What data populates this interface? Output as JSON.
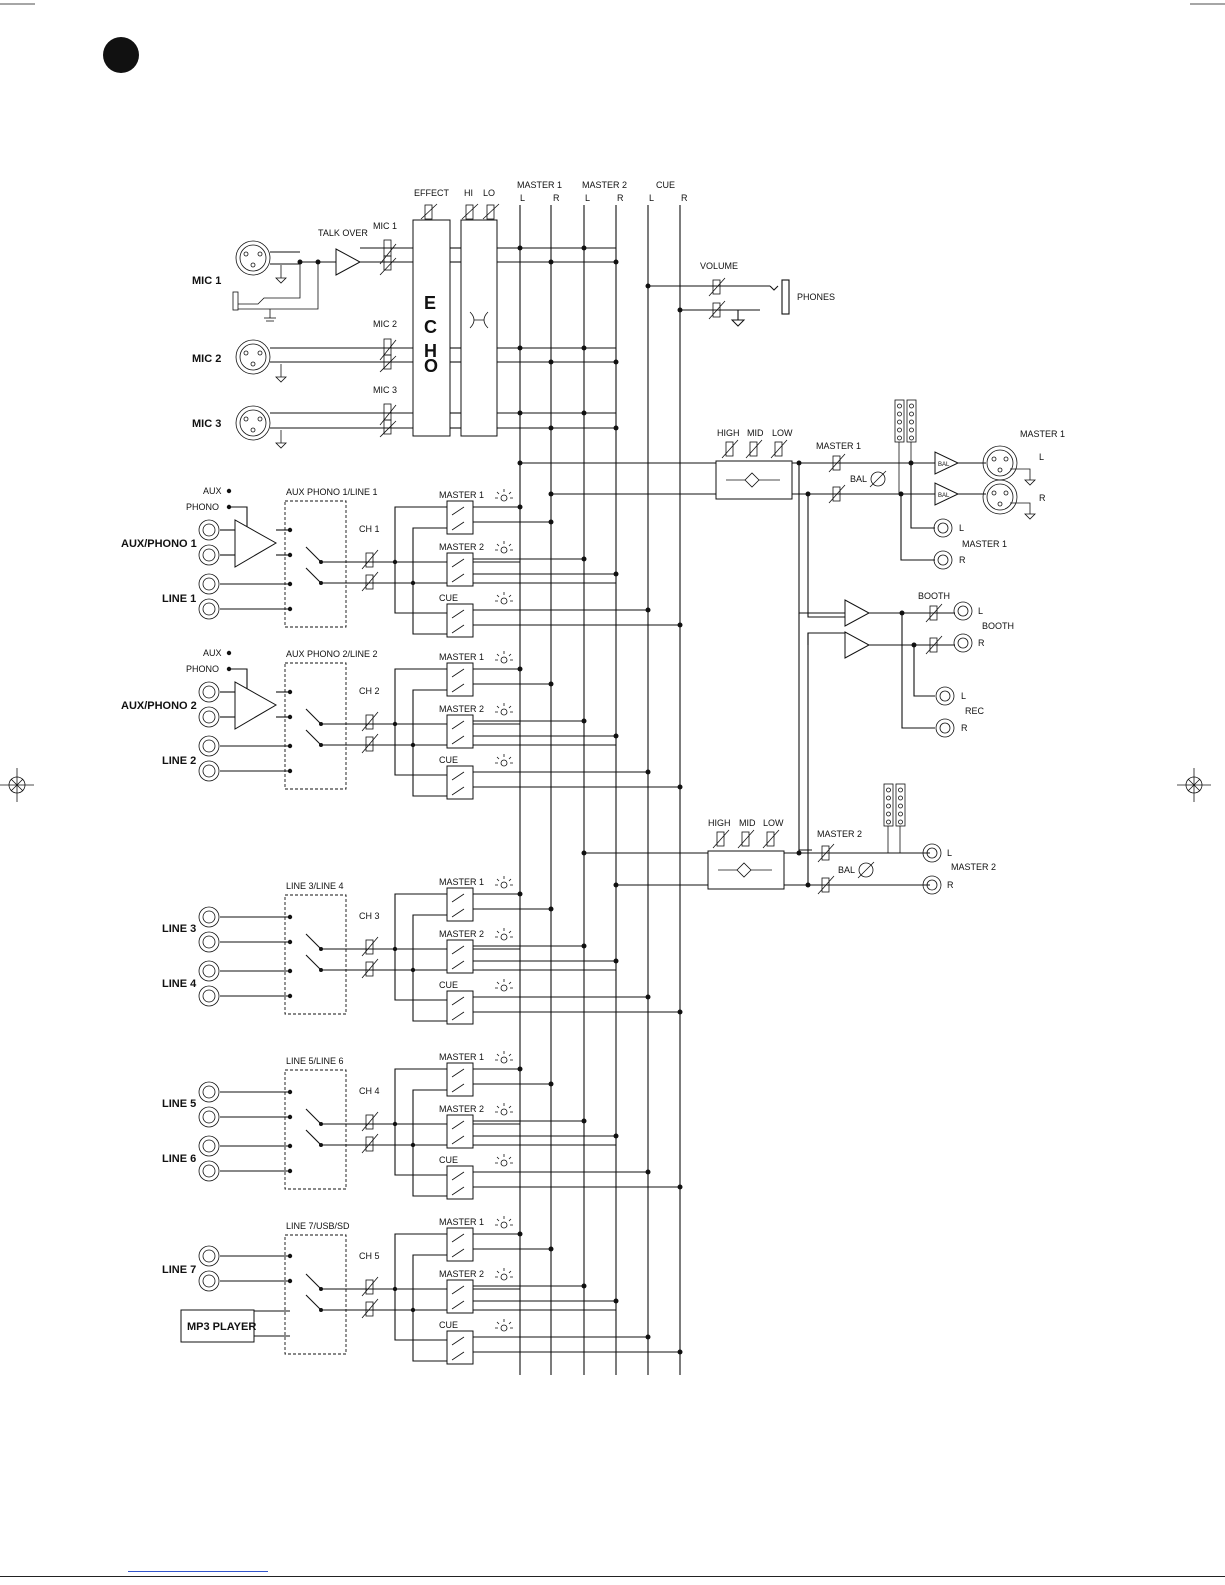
{
  "bus_labels": {
    "effect": "EFFECT",
    "hi": "HI",
    "lo": "LO",
    "master1": "MASTER 1",
    "master2": "MASTER 2",
    "cue": "CUE",
    "l": "L",
    "r": "R"
  },
  "mic_section": {
    "mic1": "MIC 1",
    "mic2": "MIC 2",
    "mic3": "MIC 3",
    "talk_over": "TALK OVER",
    "echo_letters": [
      "E",
      "C",
      "H",
      "O"
    ]
  },
  "phones": {
    "volume": "VOLUME",
    "phones": "PHONES"
  },
  "channels": [
    {
      "ch": "CH 1",
      "switch": "AUX PHONO 1/LINE 1",
      "aux": "AUX",
      "phono": "PHONO",
      "in_a": "AUX/PHONO 1",
      "in_b": "LINE 1"
    },
    {
      "ch": "CH 2",
      "switch": "AUX PHONO 2/LINE 2",
      "aux": "AUX",
      "phono": "PHONO",
      "in_a": "AUX/PHONO 2",
      "in_b": "LINE 2"
    },
    {
      "ch": "CH 3",
      "switch": "LINE 3/LINE 4",
      "in_a": "LINE 3",
      "in_b": "LINE 4"
    },
    {
      "ch": "CH 4",
      "switch": "LINE 5/LINE 6",
      "in_a": "LINE 5",
      "in_b": "LINE 6"
    },
    {
      "ch": "CH 5",
      "switch": "LINE 7/USB/SD",
      "in_a": "LINE 7",
      "in_b": "MP3 PLAYER"
    }
  ],
  "assign_labels": {
    "m1": "MASTER 1",
    "m2": "MASTER 2",
    "cue": "CUE"
  },
  "master1_out": {
    "eq_high": "HIGH",
    "eq_mid": "MID",
    "eq_low": "LOW",
    "level": "MASTER 1",
    "bal": "BAL",
    "title": "MASTER 1",
    "l": "L",
    "r": "R",
    "rca_title": "MASTER 1"
  },
  "booth": {
    "level": "BOOTH",
    "title": "BOOTH",
    "l": "L",
    "r": "R"
  },
  "rec": {
    "title": "REC",
    "l": "L",
    "r": "R"
  },
  "master2_out": {
    "eq_high": "HIGH",
    "eq_mid": "MID",
    "eq_low": "LOW",
    "level": "MASTER 2",
    "bal": "BAL",
    "title": "MASTER 2",
    "l": "L",
    "r": "R"
  }
}
